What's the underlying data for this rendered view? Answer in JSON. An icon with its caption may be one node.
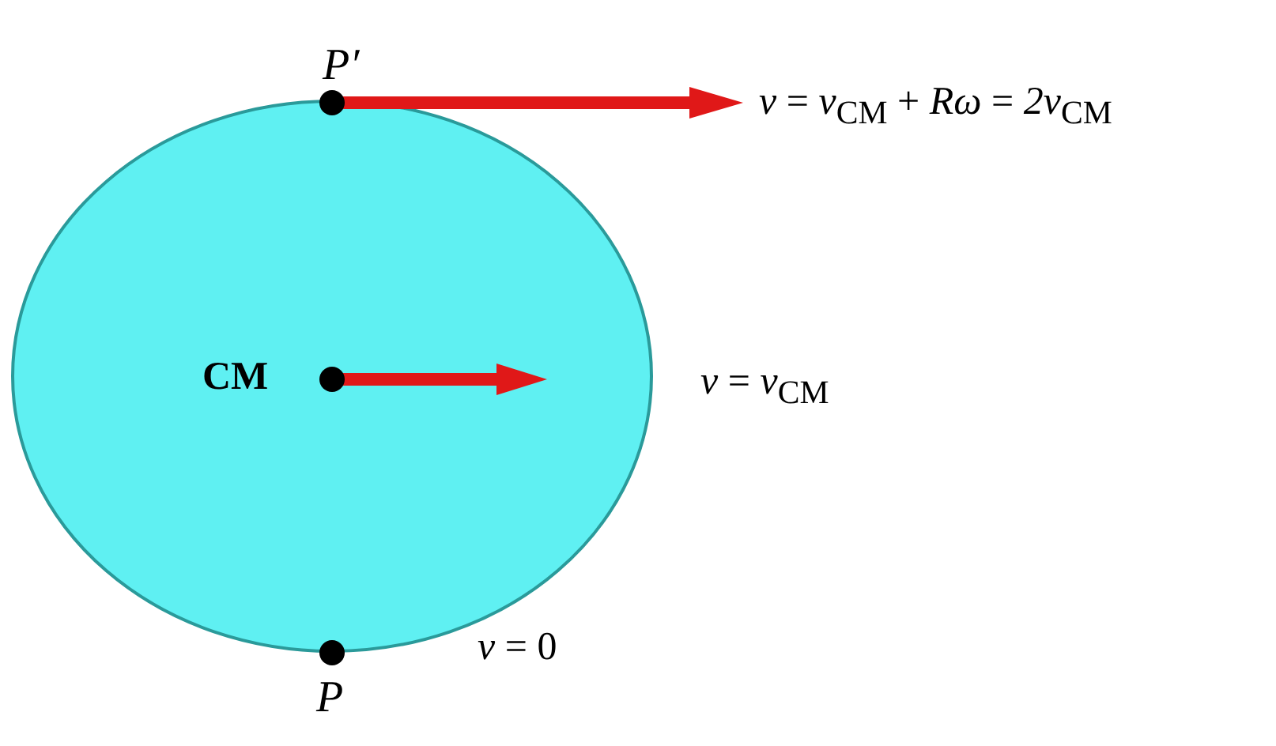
{
  "diagram": {
    "labels": [
      "P′",
      "*v* = *v*$_{CM}$ + *Rω* = *2v*$_{CM}$",
      "CM",
      "*v* = *v*$_{CM}$",
      "*v* = 0",
      "P"
    ]
  }
}
